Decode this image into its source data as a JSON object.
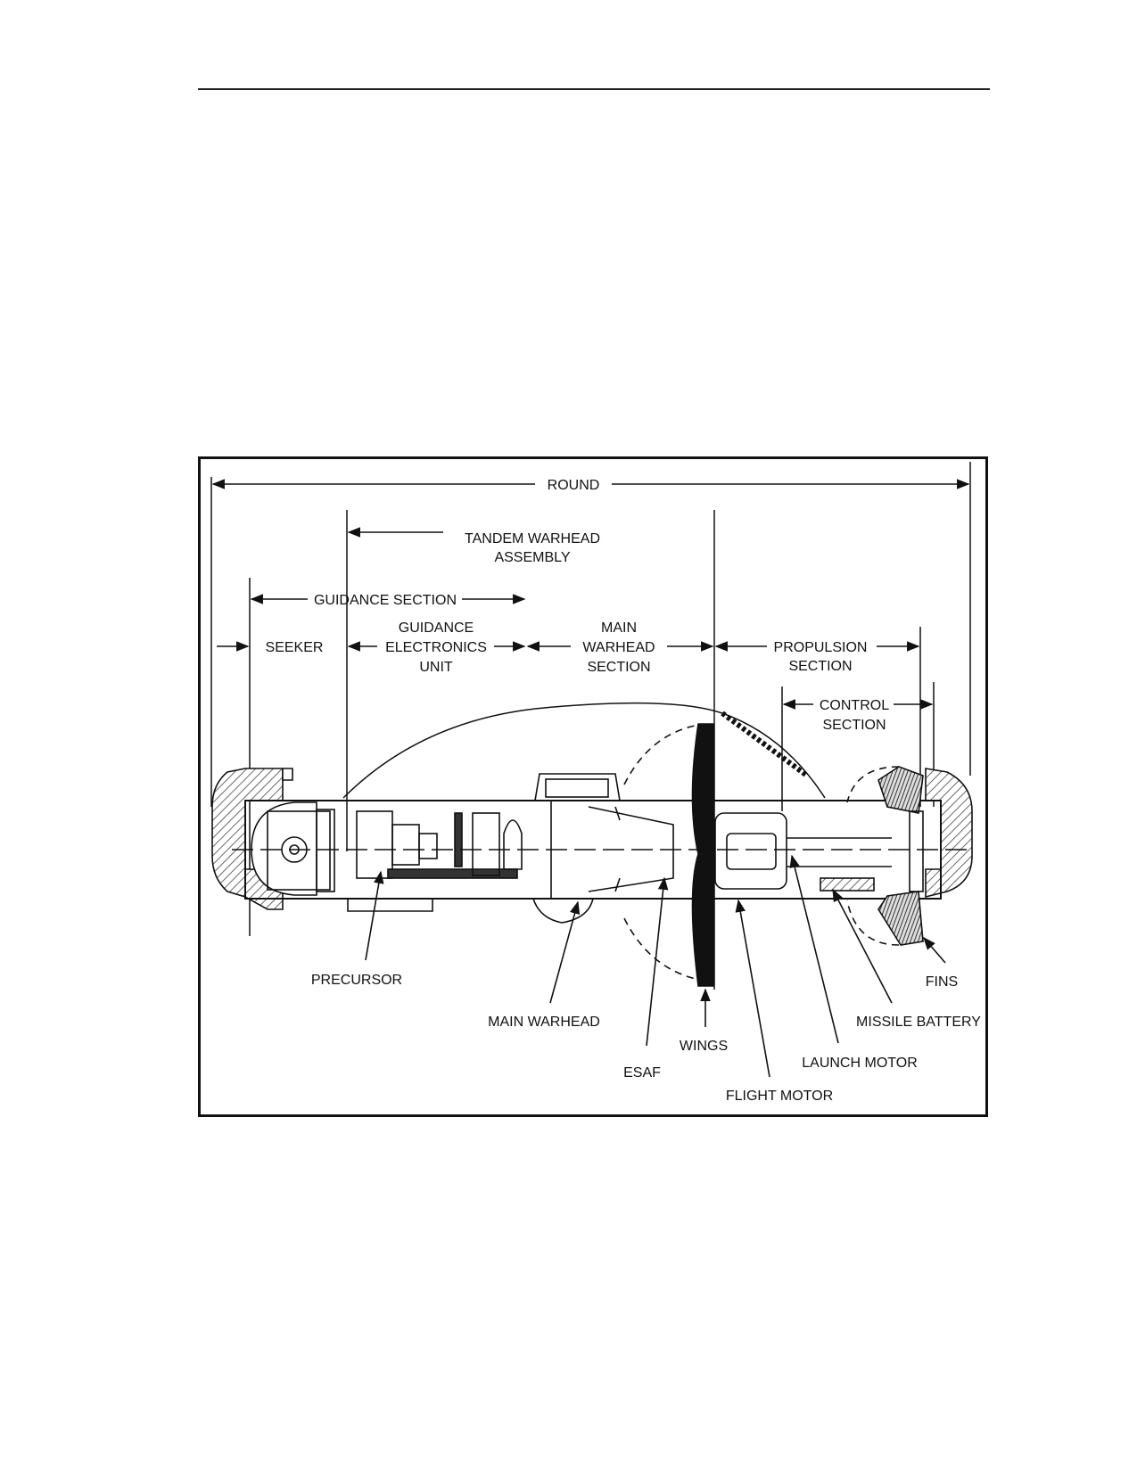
{
  "labels": {
    "round": "ROUND",
    "tandem_warhead_1": "TANDEM WARHEAD",
    "tandem_warhead_2": "ASSEMBLY",
    "guidance_section": "GUIDANCE SECTION",
    "seeker": "SEEKER",
    "guidance_electronics_1": "GUIDANCE",
    "guidance_electronics_2": "ELECTRONICS",
    "guidance_electronics_3": "UNIT",
    "main_warhead_section_1": "MAIN",
    "main_warhead_section_2": "WARHEAD",
    "main_warhead_section_3": "SECTION",
    "propulsion_section_1": "PROPULSION",
    "propulsion_section_2": "SECTION",
    "control_section_1": "CONTROL",
    "control_section_2": "SECTION",
    "precursor": "PRECURSOR",
    "main_warhead": "MAIN WARHEAD",
    "esaf": "ESAF",
    "wings": "WINGS",
    "flight_motor": "FLIGHT MOTOR",
    "launch_motor": "LAUNCH MOTOR",
    "missile_battery": "MISSILE BATTERY",
    "fins": "FINS"
  },
  "colors": {
    "ink": "#111111",
    "hatch": "#444444",
    "fill": "#1a1a1a"
  }
}
